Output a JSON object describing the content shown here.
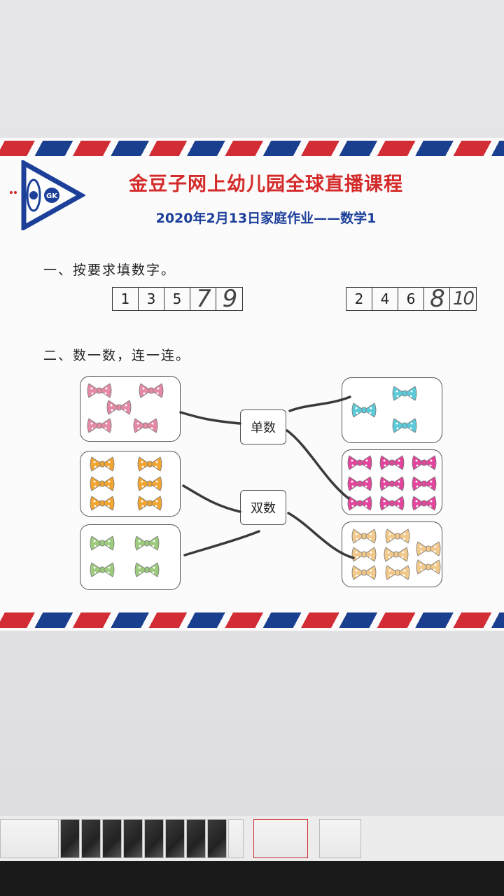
{
  "header": {
    "title": "金豆子网上幼儿园全球直播课程",
    "subtitle": "2020年2月13日家庭作业——数学1",
    "logo_text": "GK"
  },
  "questions": {
    "q1_label": "一、按要求填数字。",
    "q2_label": "二、数一数，连一连。"
  },
  "sequence_odd": {
    "printed": [
      "1",
      "3",
      "5"
    ],
    "handwritten": [
      "7",
      "9"
    ]
  },
  "sequence_even": {
    "printed": [
      "2",
      "4",
      "6"
    ],
    "handwritten": [
      "8",
      "10"
    ]
  },
  "matching": {
    "center_labels": [
      "单数",
      "双数"
    ],
    "left_groups": [
      {
        "name": "pink-polka-bows",
        "count": 5,
        "color": "#e58aa4"
      },
      {
        "name": "orange-striped-bows",
        "count": 6,
        "color": "#f2a531"
      },
      {
        "name": "green-bows",
        "count": 4,
        "color": "#9ccb7e"
      }
    ],
    "right_groups": [
      {
        "name": "blue-polka-bows",
        "count": 3,
        "color": "#5ccad8"
      },
      {
        "name": "magenta-bows",
        "count": 9,
        "color": "#e2469c"
      },
      {
        "name": "yellow-polka-bows",
        "count": 8,
        "color": "#f2c98a"
      }
    ]
  },
  "colors": {
    "title_red": "#d42a2a",
    "subtitle_blue": "#1c3f9a",
    "stripe_red": "#d22c34",
    "stripe_blue": "#1b3f8f"
  }
}
